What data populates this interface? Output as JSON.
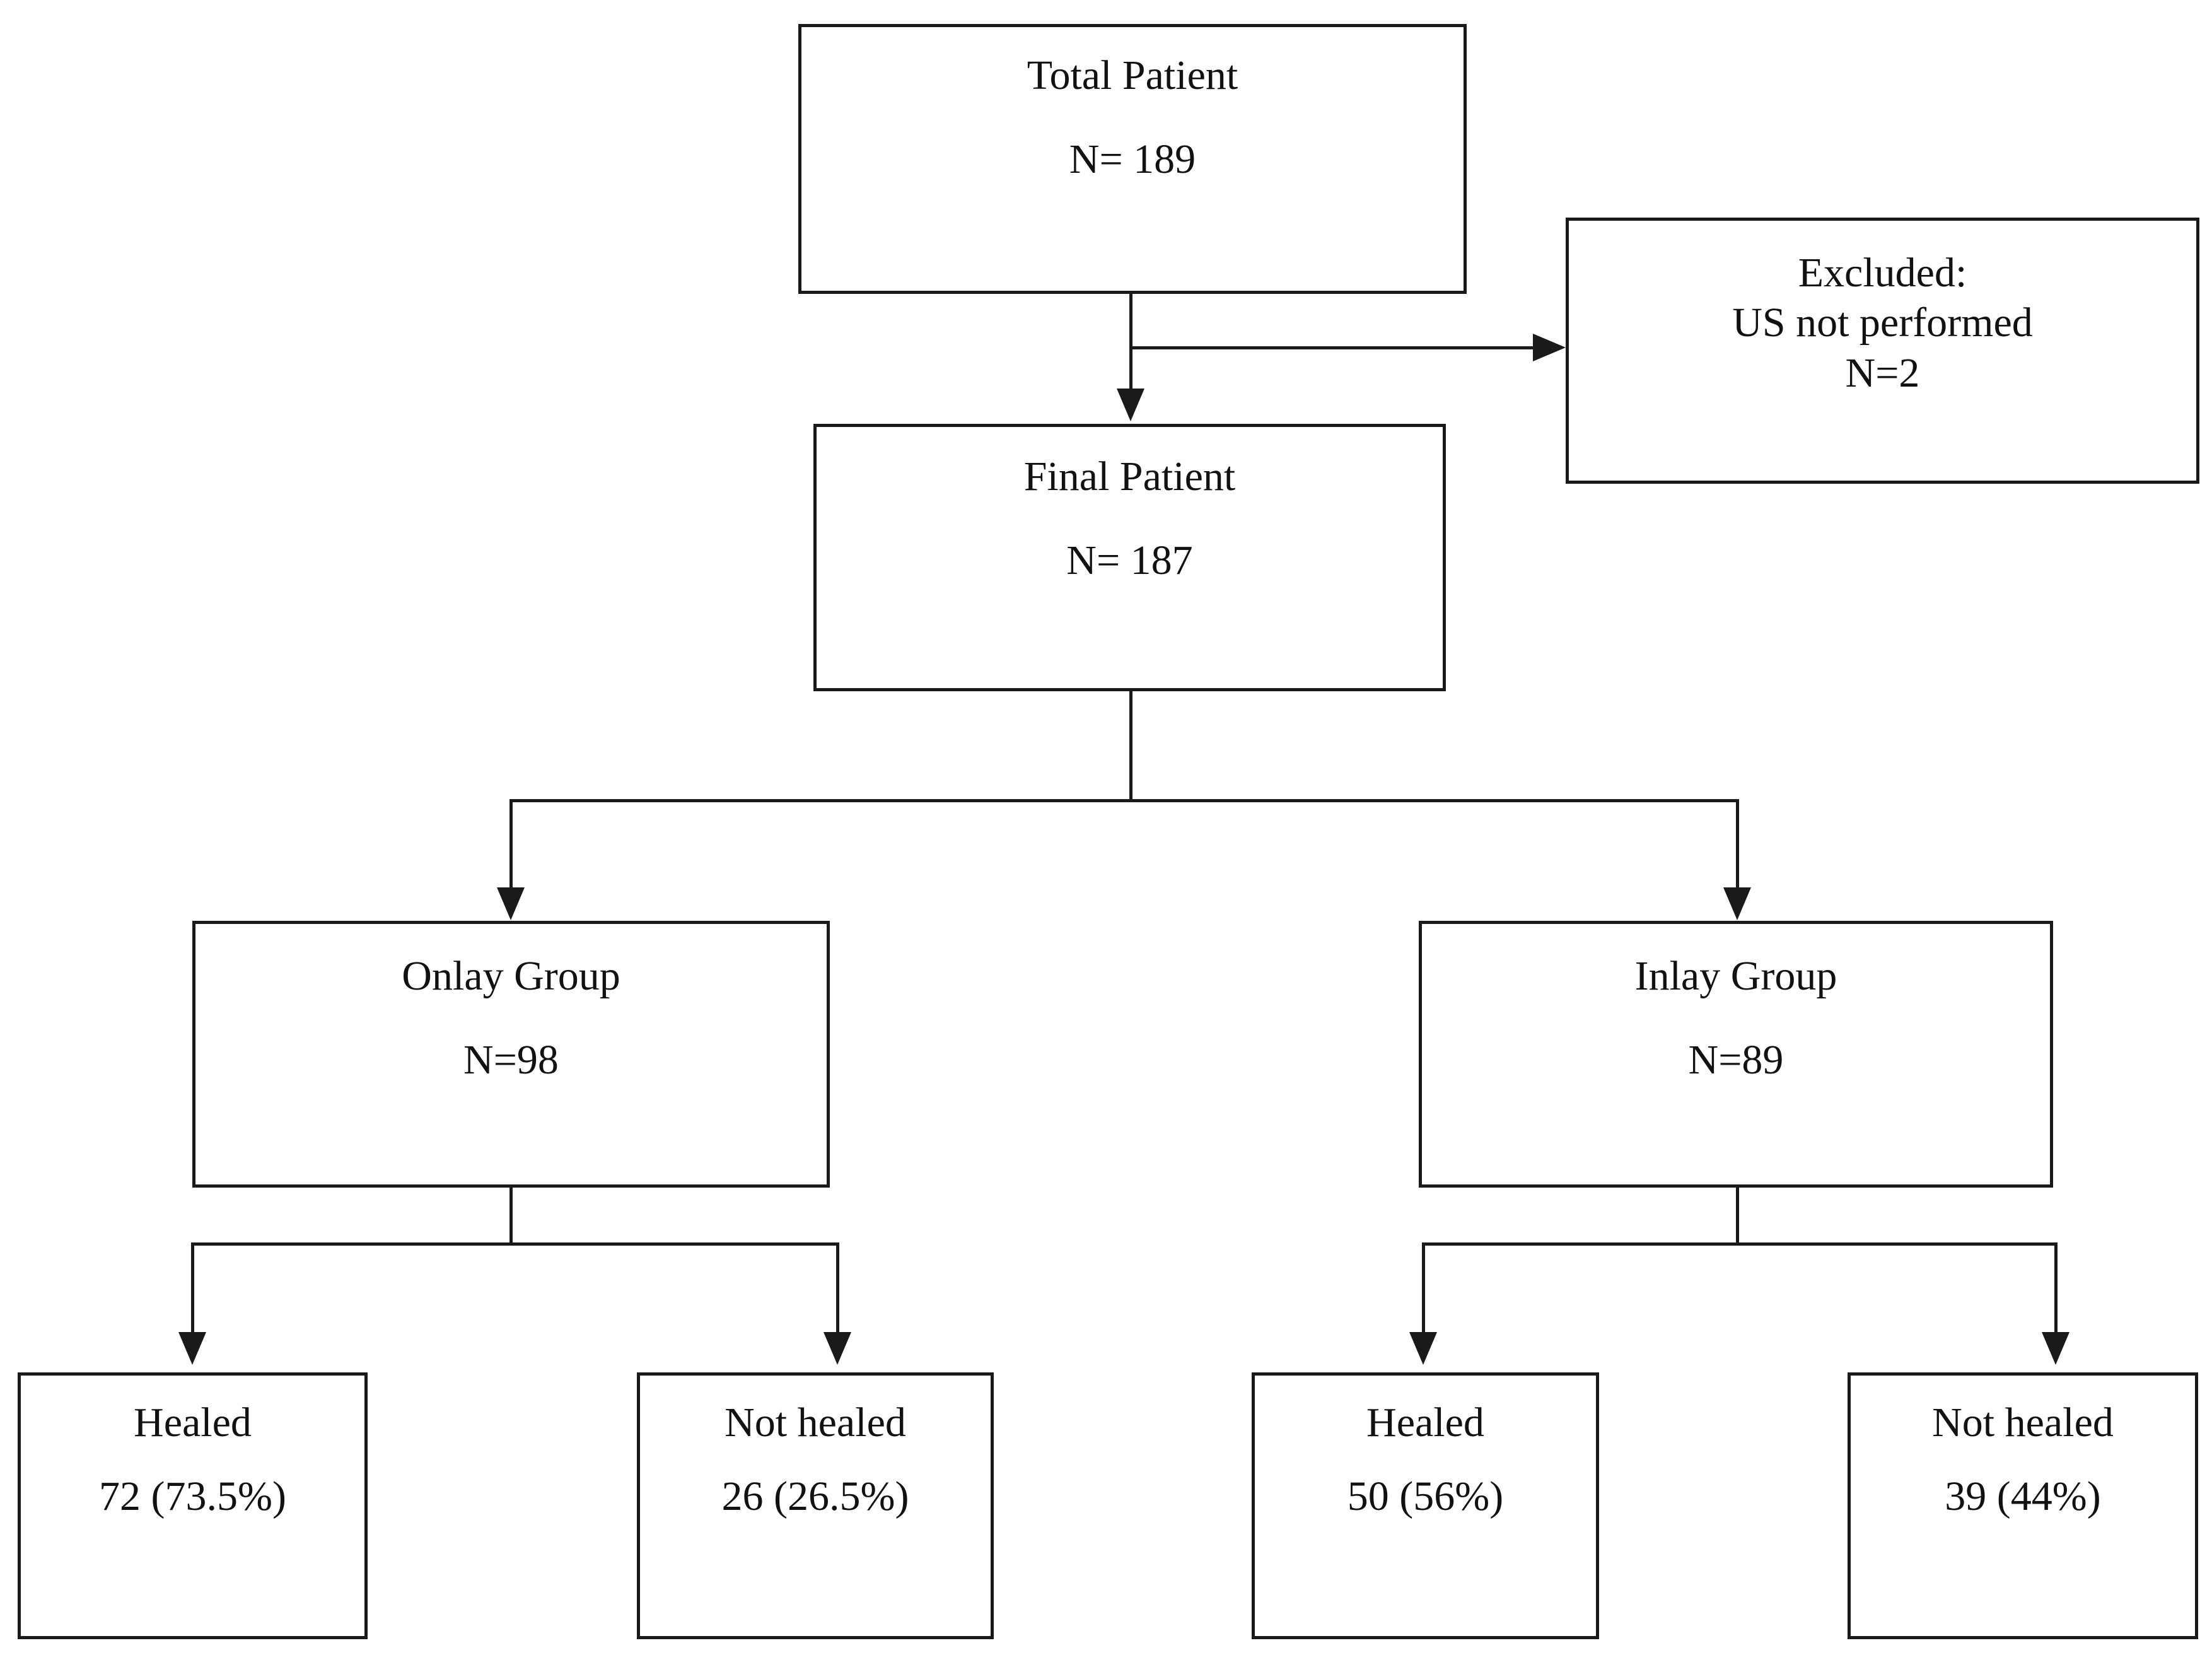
{
  "diagram": {
    "type": "patient-flow-chart",
    "nodes": {
      "total_patient": {
        "title": "Total Patient",
        "count": "N= 189"
      },
      "excluded": {
        "title": "Excluded:",
        "reason": "US not performed",
        "count": "N=2"
      },
      "final_patient": {
        "title": "Final Patient",
        "count": "N= 187"
      },
      "onlay_group": {
        "title": "Onlay Group",
        "count": "N=98"
      },
      "inlay_group": {
        "title": "Inlay Group",
        "count": "N=89"
      },
      "onlay_healed": {
        "title": "Healed",
        "count": "72 (73.5%)"
      },
      "onlay_not_healed": {
        "title": "Not healed",
        "count": "26 (26.5%)"
      },
      "inlay_healed": {
        "title": "Healed",
        "count": "50 (56%)"
      },
      "inlay_not_healed": {
        "title": "Not healed",
        "count": "39 (44%)"
      }
    },
    "colors": {
      "stroke": "#1a1a1a",
      "fill": "#ffffff",
      "text": "#111111"
    }
  }
}
